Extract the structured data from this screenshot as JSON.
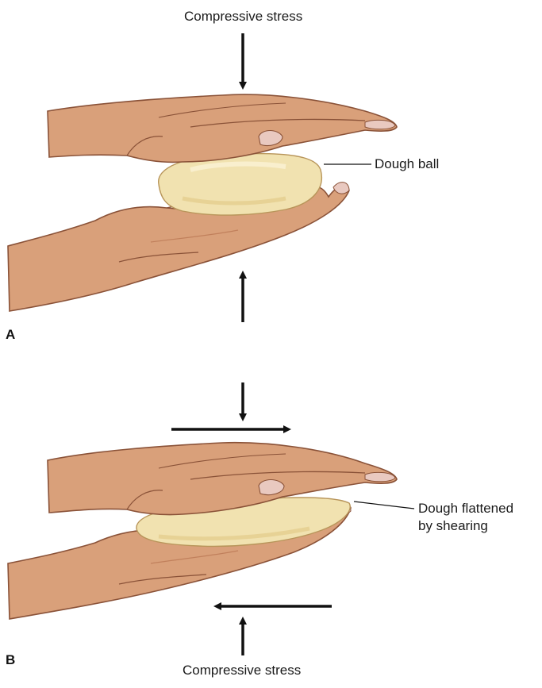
{
  "panel_a": {
    "letter": "A",
    "top_label": "Compressive stress",
    "dough_label": "Dough ball"
  },
  "panel_b": {
    "letter": "B",
    "dough_label_line1": "Dough flattened",
    "dough_label_line2": "by shearing",
    "bottom_label": "Compressive stress"
  },
  "colors": {
    "skin": "#d9a07a",
    "skin_shadow": "#c1805c",
    "skin_line": "#8a5238",
    "nail": "#e9c9c0",
    "dough": "#f1e2b0",
    "dough_shadow": "#e2cc8a",
    "arrow": "#111111"
  }
}
